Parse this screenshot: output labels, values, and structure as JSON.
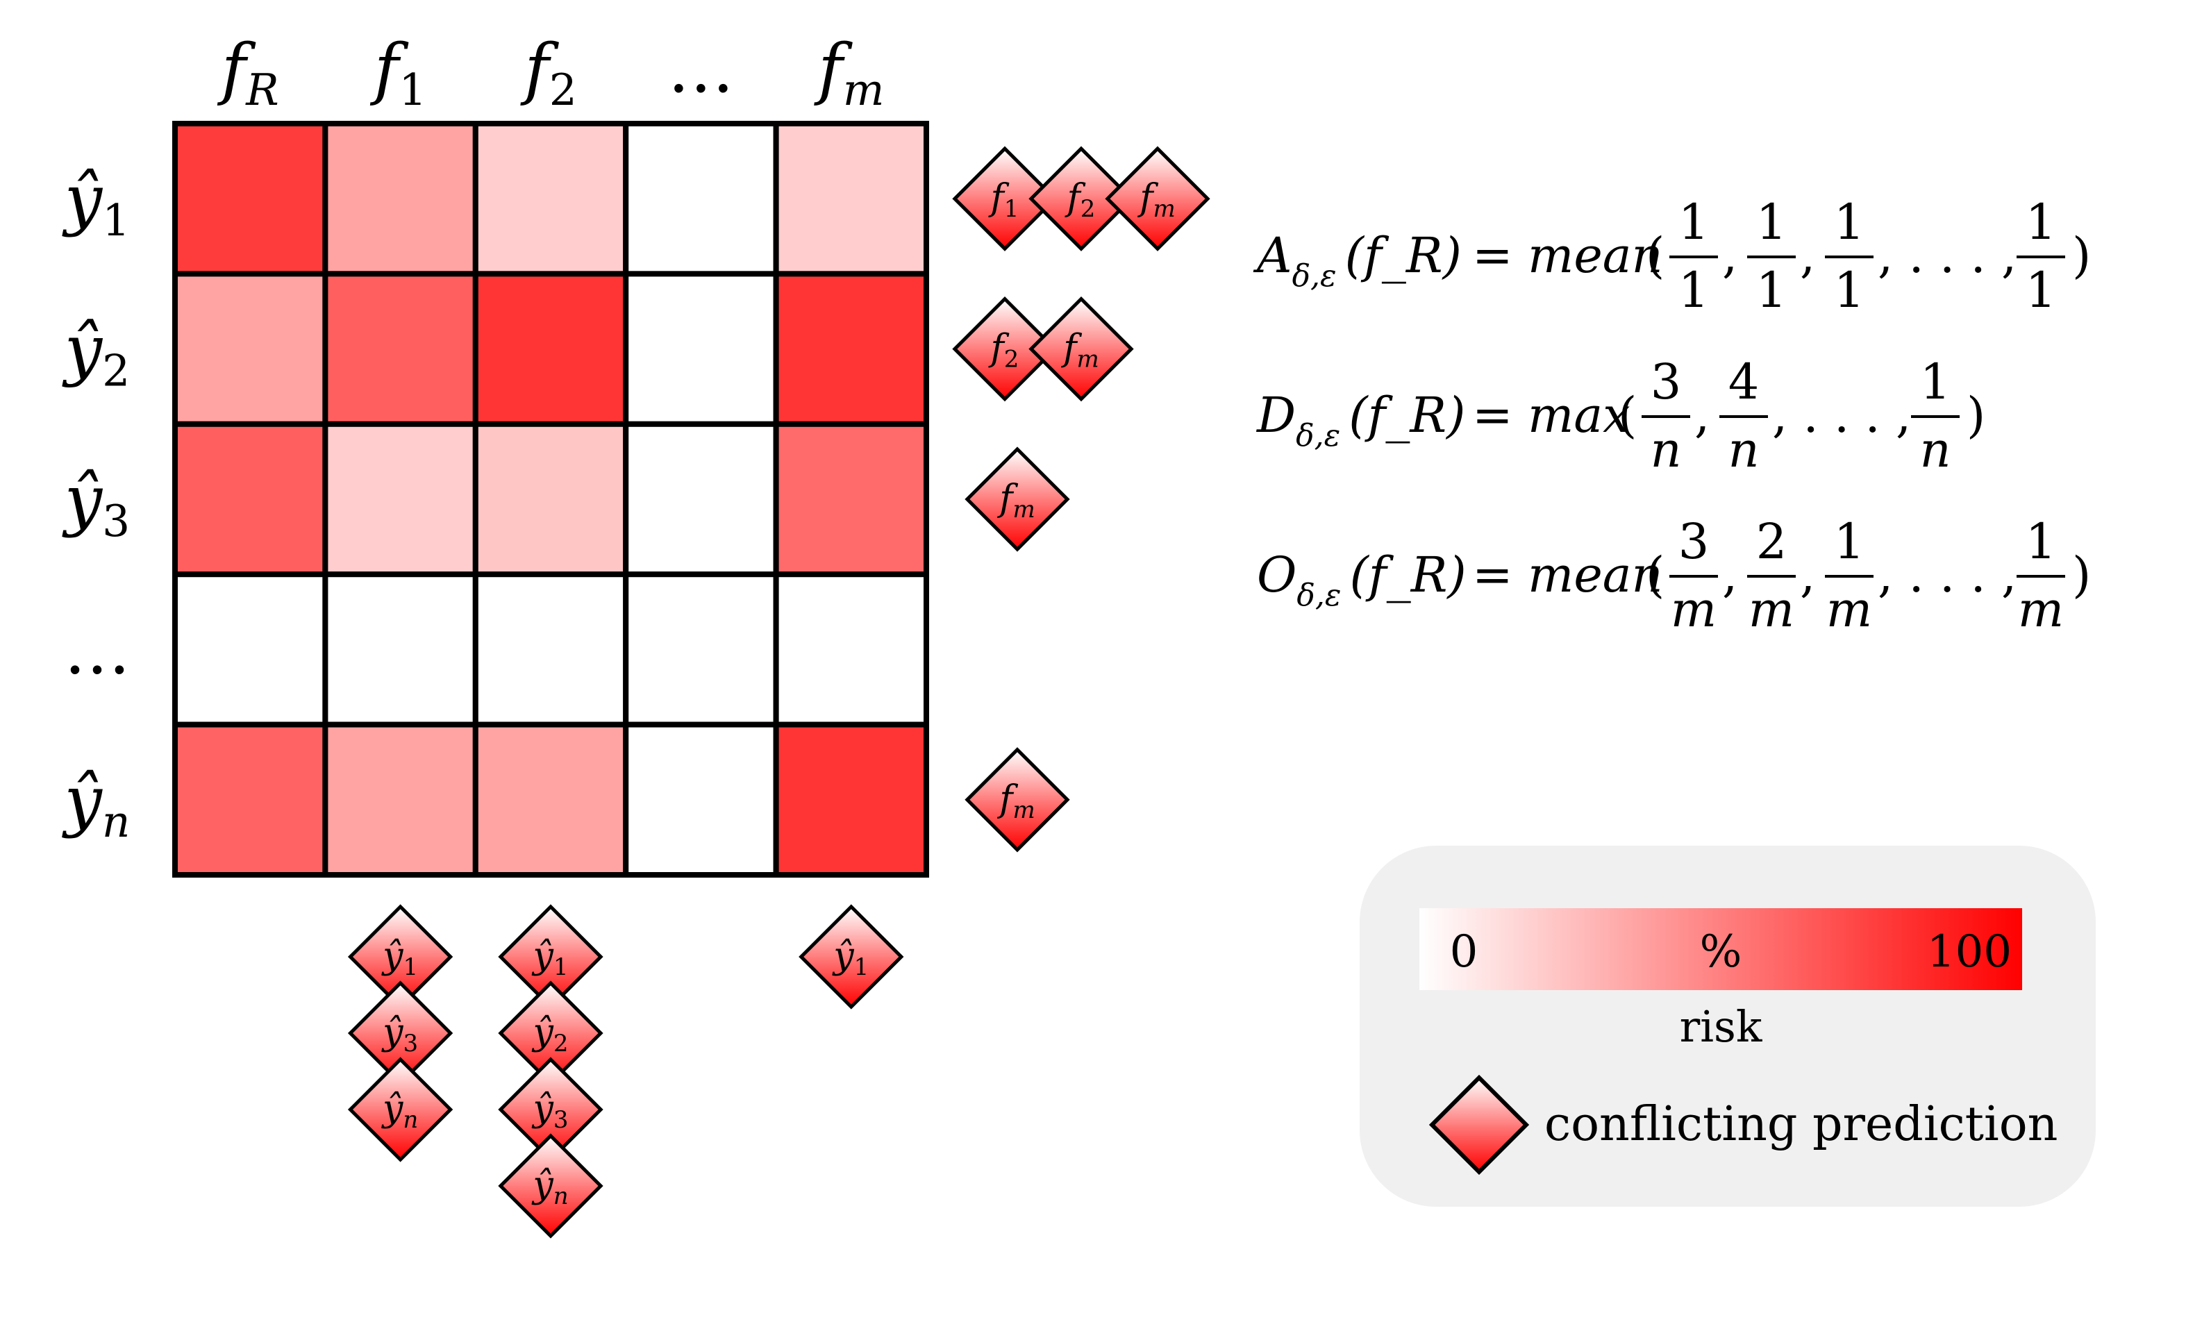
{
  "matrix": {
    "columns": [
      "f_R",
      "f_1",
      "f_2",
      "...",
      "f_m"
    ],
    "rows": [
      "ŷ_1",
      "ŷ_2",
      "ŷ_3",
      "...",
      "ŷ_n"
    ],
    "risk_percent": [
      [
        85,
        40,
        22,
        0,
        22
      ],
      [
        40,
        70,
        88,
        0,
        88
      ],
      [
        70,
        22,
        25,
        0,
        65
      ],
      [
        0,
        0,
        0,
        0,
        0
      ],
      [
        68,
        40,
        40,
        0,
        88
      ]
    ]
  },
  "row_conflicts": [
    [
      "f_1",
      "f_2",
      "f_m"
    ],
    [
      "f_2",
      "f_m"
    ],
    [
      "f_m"
    ],
    [],
    [
      "f_m"
    ]
  ],
  "column_conflicts": [
    [],
    [
      "ŷ_1",
      "ŷ_3",
      "ŷ_n"
    ],
    [
      "ŷ_1",
      "ŷ_2",
      "ŷ_3",
      "ŷ_n"
    ],
    [],
    [
      "ŷ_1"
    ]
  ],
  "formulas": [
    {
      "lhs_letter": "A",
      "lhs_sub": "δ,ε",
      "lhs_arg": "(f_R)",
      "func": "mean",
      "terms": [
        {
          "num": "1",
          "den": "1"
        },
        {
          "num": "1",
          "den": "1"
        },
        {
          "num": "1",
          "den": "1"
        },
        {
          "num": "1",
          "den": "1"
        }
      ]
    },
    {
      "lhs_letter": "D",
      "lhs_sub": "δ,ε",
      "lhs_arg": "(f_R)",
      "func": "max",
      "terms": [
        {
          "num": "3",
          "den": "n"
        },
        {
          "num": "4",
          "den": "n"
        },
        {
          "num": "1",
          "den": "n"
        }
      ]
    },
    {
      "lhs_letter": "O",
      "lhs_sub": "δ,ε",
      "lhs_arg": "(f_R)",
      "func": "mean",
      "terms": [
        {
          "num": "3",
          "den": "m"
        },
        {
          "num": "2",
          "den": "m"
        },
        {
          "num": "1",
          "den": "m"
        },
        {
          "num": "1",
          "den": "m"
        }
      ]
    }
  ],
  "legend": {
    "scale_min": "0",
    "scale_mid": "%",
    "scale_max": "100",
    "scale_caption": "risk",
    "marker_label": "conflicting prediction"
  },
  "colors": {
    "risk_high": "#ff1a1a",
    "risk_low": "#ffffff",
    "legend_bg": "#f0f0f0",
    "grid": "#000000"
  }
}
